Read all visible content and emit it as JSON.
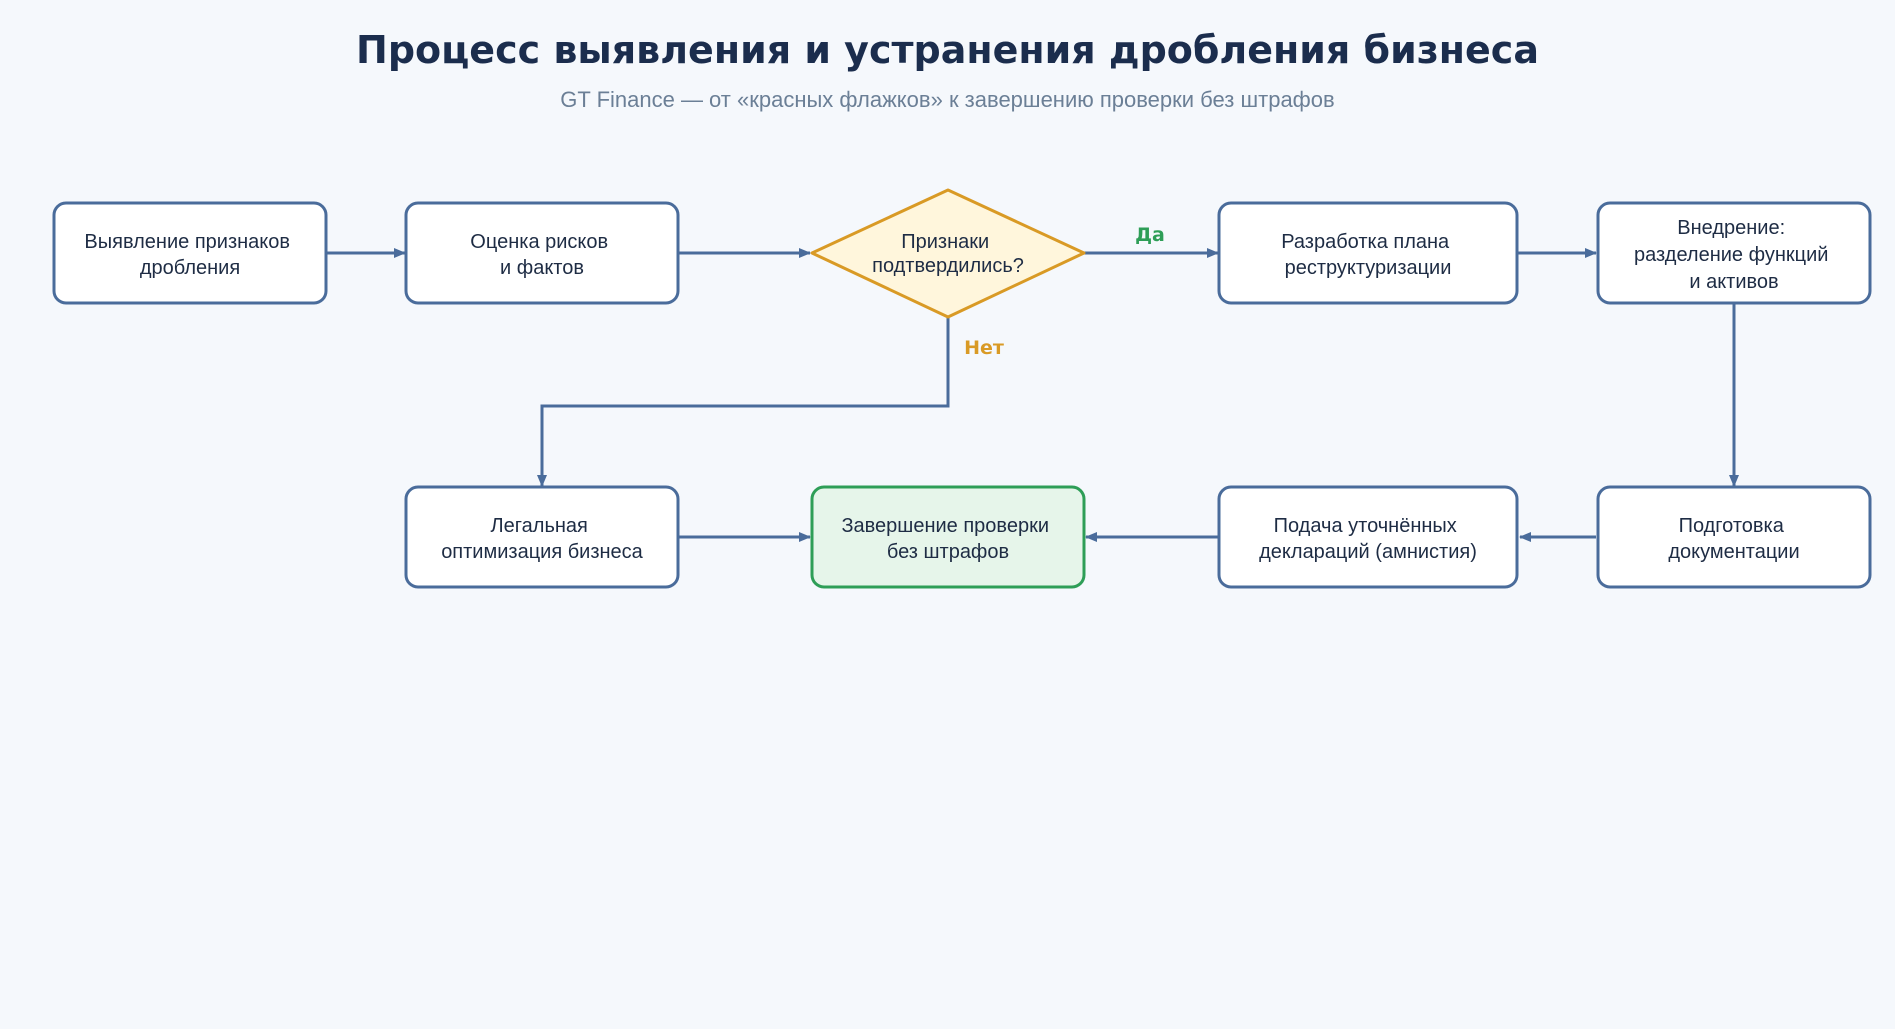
{
  "header": {
    "title": "Процесс выявления и устранения дробления бизнеса",
    "subtitle": "GT Finance — от «красных флажков» к завершению проверки без штрафов"
  },
  "colors": {
    "background": "#f5f8fc",
    "node_border": "#4a6c9b",
    "node_fill": "#ffffff",
    "decision_border": "#d99a25",
    "decision_fill": "#fff6dc",
    "success_border": "#2e9e57",
    "success_fill": "#e6f5ea",
    "yes_label": "#2e9e57",
    "no_label": "#d99a25",
    "edge": "#4a6c9b"
  },
  "nodes": {
    "detect": {
      "lines": [
        "Выявление признаков",
        "дробления"
      ]
    },
    "assess": {
      "lines": [
        "Оценка рисков",
        "и фактов"
      ]
    },
    "decision": {
      "lines": [
        "Признаки",
        "подтвердились?"
      ]
    },
    "plan": {
      "lines": [
        "Разработка плана",
        "реструктуризации"
      ]
    },
    "implement": {
      "lines": [
        "Внедрение:",
        "разделение функций",
        "и активов"
      ]
    },
    "docs": {
      "lines": [
        "Подготовка",
        "документации"
      ]
    },
    "declarations": {
      "lines": [
        "Подача уточнённых",
        "деклараций (амнистия)"
      ]
    },
    "finish": {
      "lines": [
        "Завершение проверки",
        "без штрафов"
      ]
    },
    "legal": {
      "lines": [
        "Легальная",
        "оптимизация бизнеса"
      ]
    }
  },
  "edge_labels": {
    "yes": "Да",
    "no": "Нет"
  }
}
